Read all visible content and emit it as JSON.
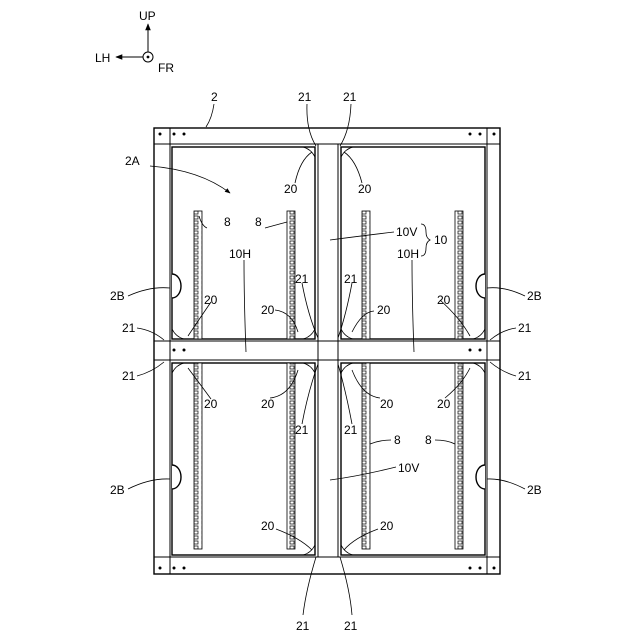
{
  "axes_indicator": {
    "up": "UP",
    "left": "LH",
    "front": "FR"
  },
  "labels": {
    "frame": "2",
    "panel": "2A",
    "rib": "2B",
    "bracket": "20",
    "clip": "21",
    "rail": "8",
    "stiffener_vertical": "10V",
    "stiffener_horizontal": "10H",
    "stiffener_group": "10"
  }
}
